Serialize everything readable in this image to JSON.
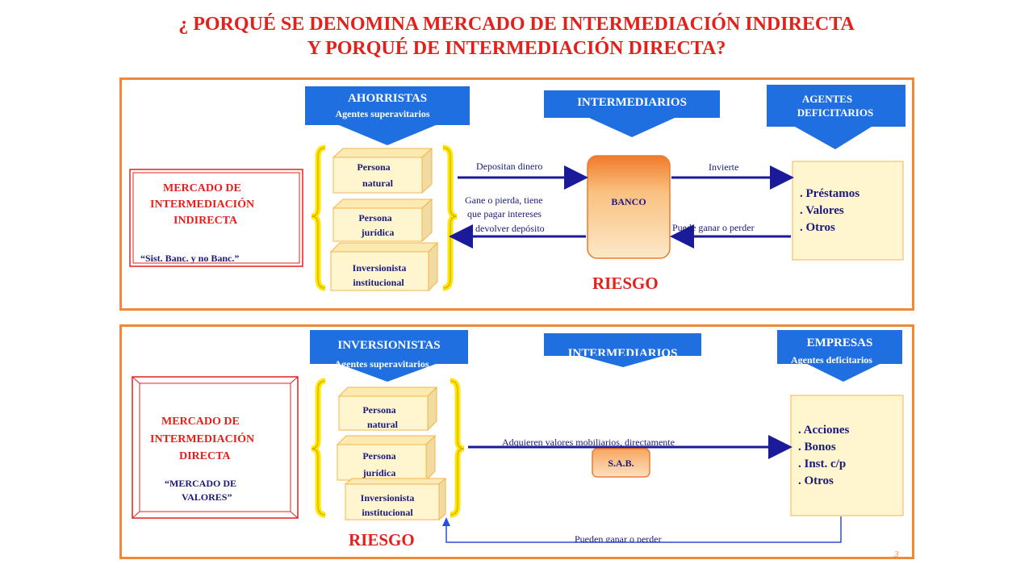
{
  "title": {
    "line1": "¿ PORQUÉ SE DENOMINA MERCADO DE INTERMEDIACIÓN INDIRECTA",
    "line2": "Y PORQUÉ DE INTERMEDIACIÓN DIRECTA?"
  },
  "indirect": {
    "ahorristas": "AHORRISTAS",
    "ahorristas_sub": "Agentes superavitarios",
    "intermediarios": "INTERMEDIARIOS",
    "agentes_l1": "AGENTES",
    "agentes_l2": "DEFICITARIOS",
    "market_l1": "MERCADO DE",
    "market_l2": "INTERMEDIACIÓN",
    "market_l3": "INDIRECTA",
    "market_quote": "“Sist. Banc. y no Banc.”",
    "persons": [
      {
        "l1": "Persona",
        "l2": "natural"
      },
      {
        "l1": "Persona",
        "l2": "jurídica"
      },
      {
        "l1": "Inversionista",
        "l2": "institucional"
      }
    ],
    "depositan": "Depositan dinero",
    "gane_l1": "Gane o pierda, tiene",
    "gane_l2": "que pagar intereses",
    "gane_l3": "y devolver depósito",
    "banco": "BANCO",
    "invierte": "Invierte",
    "puede": "Puede ganar o perder",
    "list": [
      ". Préstamos",
      ". Valores",
      ". Otros"
    ],
    "riesgo": "RIESGO"
  },
  "direct": {
    "inversionistas": "INVERSIONISTAS",
    "inversionistas_sub": "Agentes superavitarios",
    "intermediarios": "INTERMEDIARIOS",
    "empresas": "EMPRESAS",
    "empresas_sub": "Agentes deficitarios",
    "market_l1": "MERCADO DE",
    "market_l2": "INTERMEDIACIÓN",
    "market_l3": "DIRECTA",
    "market_quote_l1": "“MERCADO DE",
    "market_quote_l2": "VALORES”",
    "persons": [
      {
        "l1": "Persona",
        "l2": "natural"
      },
      {
        "l1": "Persona",
        "l2": "jurídica"
      },
      {
        "l1": "Inversionista",
        "l2": "institucional"
      }
    ],
    "adquieren": "Adquieren valores mobiliarios, directamente",
    "sab": "S.A.B.",
    "list": [
      ". Acciones",
      ". Bonos",
      ". Inst. c/p",
      ". Otros"
    ],
    "pueden": "Pueden ganar o perder",
    "riesgo": "RIESGO"
  },
  "page_number": "3",
  "colors": {
    "title": "#e3201b",
    "panel_border": "#f0883a",
    "blue": "#1f6fe0",
    "navy": "#1a1a7a",
    "cube": "#fff6cf",
    "yellow_brace": "#ffe500"
  }
}
